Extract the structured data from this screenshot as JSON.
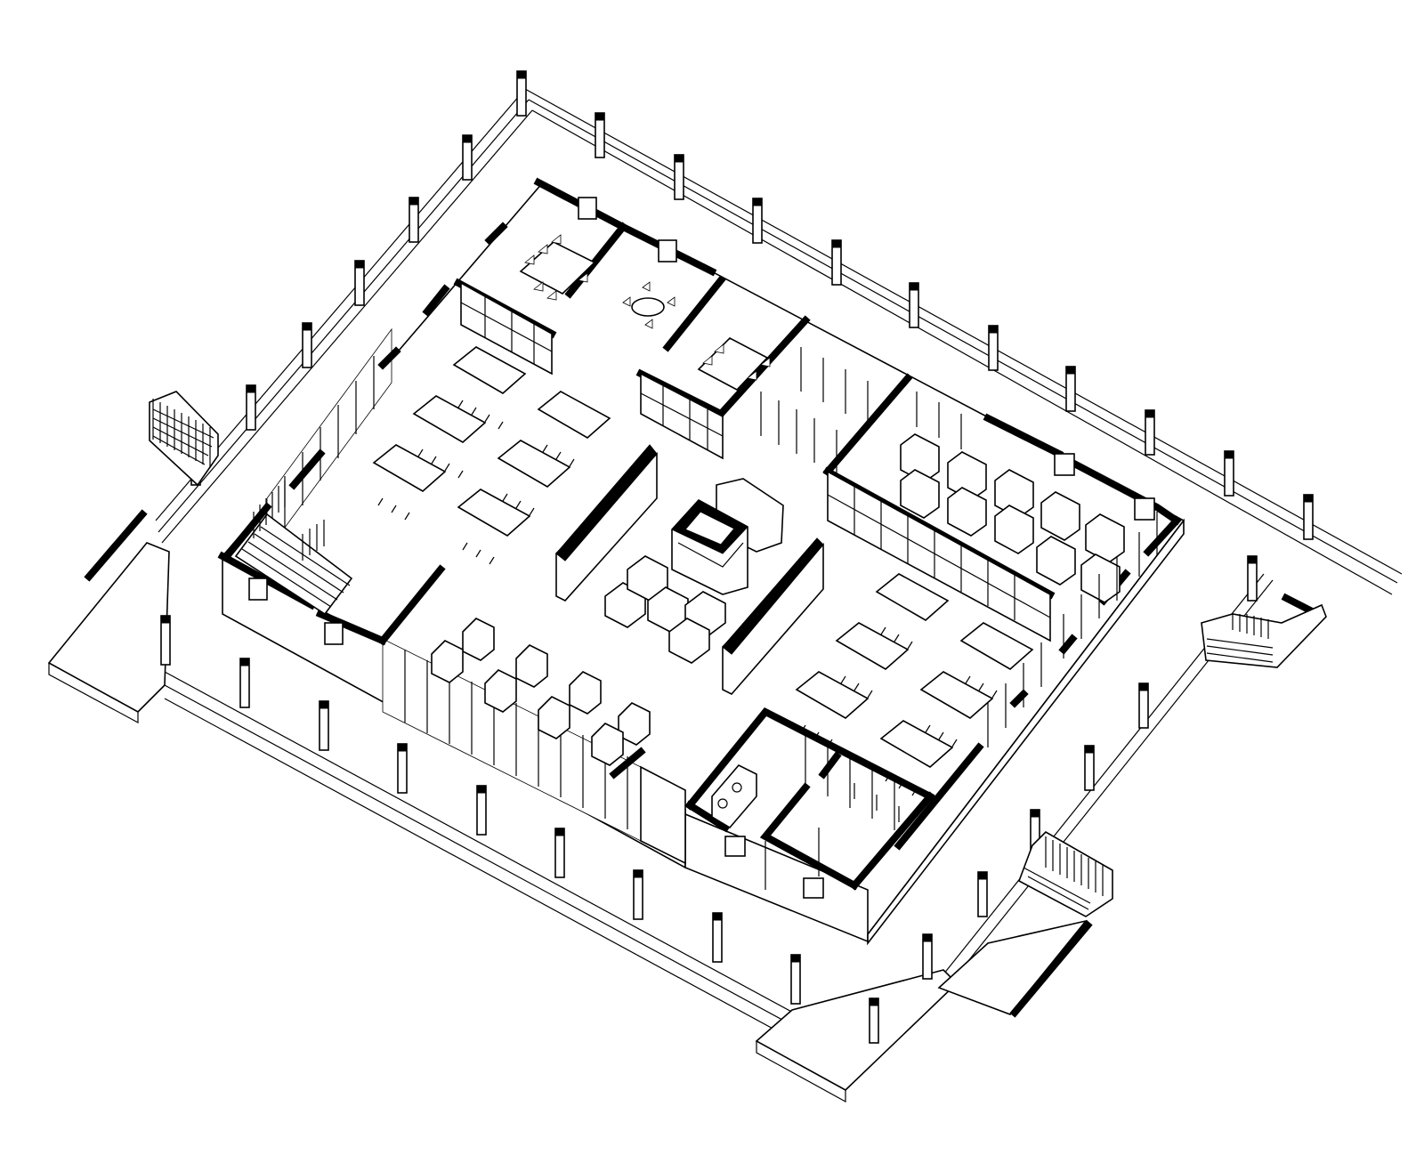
{
  "drawing": {
    "style": "isometric line drawing",
    "colors": {
      "background": "#ffffff",
      "line": "#000000",
      "shadow": "#e3e3e3",
      "wall_cut": "#000000"
    },
    "elements": [
      "perimeter-fence",
      "fence-posts",
      "exterior-walkway",
      "exterior-stairs",
      "interior-walls",
      "study-tables",
      "office-chairs",
      "lounge-armchairs",
      "bookshelves",
      "central-display-case",
      "restroom-block",
      "meeting-rooms",
      "lecture-room-seating",
      "internal-staircase",
      "glazed-curtain-wall"
    ]
  }
}
